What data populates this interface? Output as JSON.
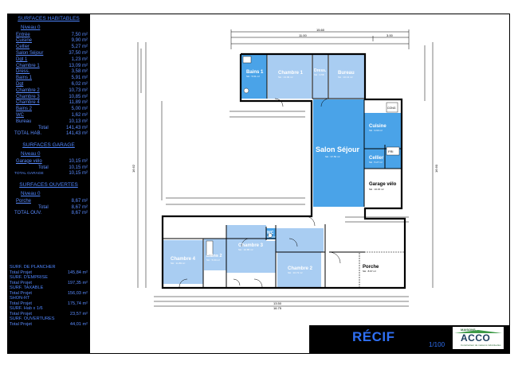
{
  "sidebar": {
    "habitables": {
      "title": "SURFACES HABITABLES",
      "niveau": "Niveau 0",
      "rows": [
        {
          "label": "Entrée",
          "value": "7,50 m²"
        },
        {
          "label": "Cuisine",
          "value": "9,90 m²"
        },
        {
          "label": "Cellier",
          "value": "5,27 m²"
        },
        {
          "label": "Salon Séjour",
          "value": "37,50 m²"
        },
        {
          "label": "Dgt 1",
          "value": "1,23 m²"
        },
        {
          "label": "Chambre 1",
          "value": "13,09 m²"
        },
        {
          "label": "Dress.",
          "value": "3,58 m²"
        },
        {
          "label": "Bains 1",
          "value": "5,91 m²"
        },
        {
          "label": "Dgt",
          "value": "6,02 m²"
        },
        {
          "label": "Chambre 2",
          "value": "10,73 m²"
        },
        {
          "label": "Chambre 3",
          "value": "10,85 m²"
        },
        {
          "label": "Chambre 4",
          "value": "11,89 m²"
        },
        {
          "label": "Bains 2",
          "value": "5,00 m²"
        },
        {
          "label": "WC",
          "value": "1,62 m²"
        },
        {
          "label": "Bureau",
          "value": "10,13 m²"
        }
      ],
      "total_label": "Total",
      "total_value": "141,43 m²",
      "grand_label": "TOTAL HAB.",
      "grand_value": "141,43 m²"
    },
    "garage": {
      "title": "SURFACES GARAGE",
      "niveau": "Niveau 0",
      "rows": [
        {
          "label": "Garage vélo",
          "value": "10,15 m²"
        }
      ],
      "total_label": "Total",
      "total_value": "10,15 m²",
      "grand_label": "TOTAL GARAGE",
      "grand_value": "10,15 m²"
    },
    "ouvertes": {
      "title": "SURFACES OUVERTES",
      "niveau": "Niveau 0",
      "rows": [
        {
          "label": "Porche",
          "value": "8,67 m²"
        }
      ],
      "total_label": "Total",
      "total_value": "8,67 m²",
      "grand_label": "TOTAL OUV.",
      "grand_value": "8,67 m²"
    },
    "summary": [
      {
        "header": "SURF. DE PLANCHER",
        "label": "Total Projet",
        "value": "145,84 m²"
      },
      {
        "header": "SURF. D'EMPRISE",
        "label": "Total Projet",
        "value": "197,35 m²"
      },
      {
        "header": "SURF. TAXABLE",
        "label": "Total Projet",
        "value": "156,03 m²"
      },
      {
        "header": "SHON-RT",
        "label": "Total Projet",
        "value": "175,74 m²"
      },
      {
        "header": "SURF. Hab x 1/6",
        "label": "Total Projet",
        "value": "23,57 m²"
      },
      {
        "header": "SURF. OUVERTURES",
        "label": "Total Projet",
        "value": "44,01 m²"
      }
    ]
  },
  "rooms": {
    "bains1": {
      "name": "Bains 1",
      "area": "SH : 5.91 m²"
    },
    "chambre1": {
      "name": "Chambre 1",
      "area": "SH : 13.09 m²"
    },
    "dress": {
      "name": "Dress.",
      "area": "SH : 3.58"
    },
    "bureau": {
      "name": "Bureau",
      "area": "SH : 10.13 m²"
    },
    "cuisine": {
      "name": "Cuisine",
      "area": "SH : 9.90 m²"
    },
    "salon": {
      "name": "Salon Séjour",
      "area": "SH : 37.50 m²"
    },
    "cellier": {
      "name": "Cellier",
      "area": "SH : 5.27 m²"
    },
    "garage": {
      "name": "Garage vélo",
      "area": "SH : 10.15 m²"
    },
    "wc": {
      "name": "WC",
      "area": "SH : 1.62"
    },
    "bains2": {
      "name": "Bains 2",
      "area": "SH : 5.00 m²"
    },
    "chambre4": {
      "name": "Chambre 4",
      "area": "SH : 11.89 m²"
    },
    "chambre3": {
      "name": "Chambre 3",
      "area": "SH : 10.85 m²"
    },
    "chambre2": {
      "name": "Chambre 2",
      "area": "SH : 10.73 m²"
    },
    "porche": {
      "name": "Porche",
      "area": "SH : 8.67 m²"
    }
  },
  "appliances": {
    "refrigerator": "FRI",
    "freezer": "CONG"
  },
  "dimensions": {
    "top_total": "15.60",
    "top_left": "11.00",
    "top_right": "3.00",
    "bottom_total": "16.75",
    "bottom_partial": "13.50",
    "left_total": "16.62",
    "right_total": "16.60"
  },
  "title": {
    "name": "RÉCIF",
    "scale": "1/100"
  },
  "logo": {
    "top": "MAISONS",
    "main": "ACCO",
    "sub": "Constructeur de maisons individuelles"
  },
  "colors": {
    "room_light": "#a9cdf2",
    "room_main": "#4aa3e8",
    "sidebar_text": "#5b8cff",
    "title": "#2f6ff2"
  }
}
